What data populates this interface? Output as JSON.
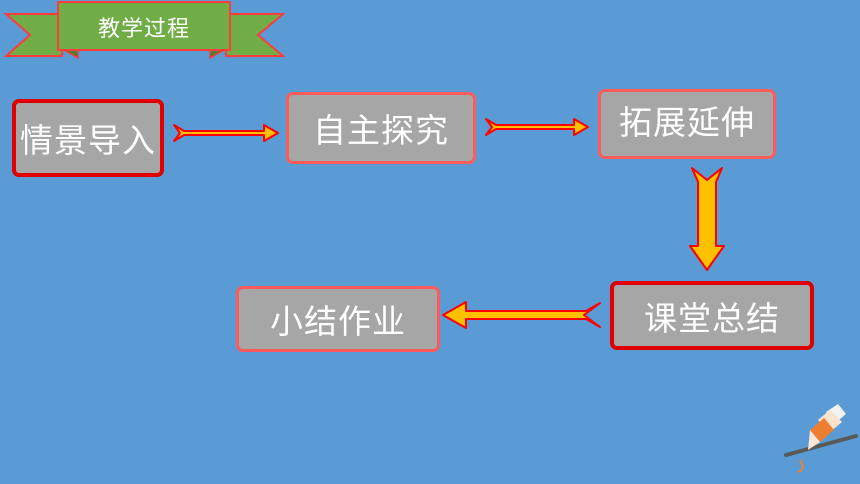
{
  "title": {
    "text": "教学过程"
  },
  "steps": [
    {
      "label": "情景导入"
    },
    {
      "label": "自主探究"
    },
    {
      "label": "拓展延伸"
    },
    {
      "label": "课堂总结"
    },
    {
      "label": "小结作业"
    }
  ],
  "colors": {
    "background": "#5b9bd5",
    "banner_fill": "#70ad47",
    "banner_outline": "#ff3b3b",
    "box_fill": "#a6a6a6",
    "box_border": "#e00000",
    "arrow_fill": "#ffc000",
    "arrow_outline": "#ff0000"
  },
  "icons": {
    "corner": "pencil-icon"
  }
}
